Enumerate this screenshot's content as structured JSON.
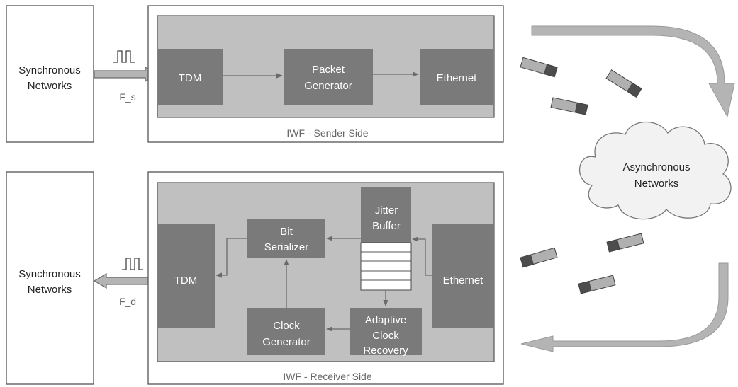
{
  "sender": {
    "network_label": [
      "Synchronous",
      "Networks"
    ],
    "freq_label": "F_s",
    "tdm": "TDM",
    "packet_generator": [
      "Packet",
      "Generator"
    ],
    "ethernet": "Ethernet",
    "caption": "IWF - Sender Side"
  },
  "receiver": {
    "network_label": [
      "Synchronous",
      "Networks"
    ],
    "freq_label": "F_d",
    "tdm": "TDM",
    "bit_serializer": [
      "Bit",
      "Serializer"
    ],
    "jitter_buffer": [
      "Jitter",
      "Buffer"
    ],
    "ethernet": "Ethernet",
    "clock_generator": [
      "Clock",
      "Generator"
    ],
    "adaptive_clock_recovery": [
      "Adaptive",
      "Clock",
      "Recovery"
    ],
    "caption": "IWF - Receiver Side"
  },
  "cloud": {
    "label": [
      "Asynchronous",
      "Networks"
    ]
  },
  "colors": {
    "block": "#7a7a7a",
    "panel": "#c0c0c0",
    "arrow": "#b4b4b4",
    "packet_body": "#b0b0b0",
    "packet_head": "#4d4d4d"
  }
}
